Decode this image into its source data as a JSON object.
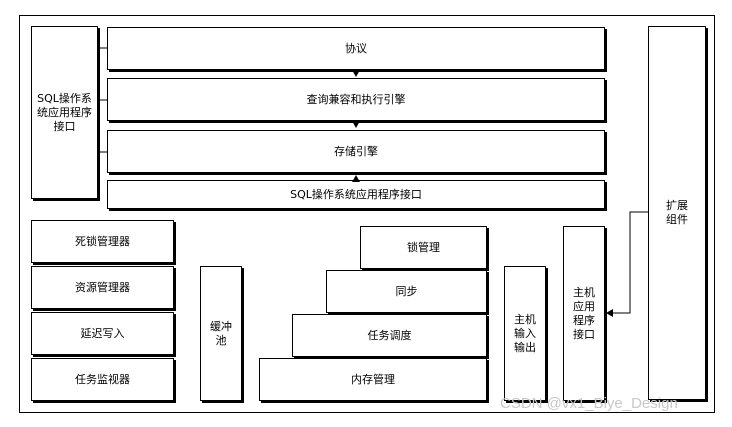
{
  "api_box": "SQL操作系统应用程序接口",
  "layers": {
    "protocol": "协议",
    "query_engine": "查询兼容和执行引擎",
    "storage_engine": "存储引擎",
    "sqlos_api": "SQL操作系统应用程序接口"
  },
  "extension": "扩展组件",
  "managers": [
    "死锁管理器",
    "资源管理器",
    "延迟写入",
    "任务监视器"
  ],
  "buffer_pool": "缓冲池",
  "stack": {
    "lock_mgmt": "锁管理",
    "sync": "同步",
    "task_sched": "任务调度",
    "memory_mgmt": "内存管理"
  },
  "host_io": "主机输入输出",
  "host_api": "主机应用程序接口",
  "watermark": "CSDN @vx1_Biye_Design"
}
